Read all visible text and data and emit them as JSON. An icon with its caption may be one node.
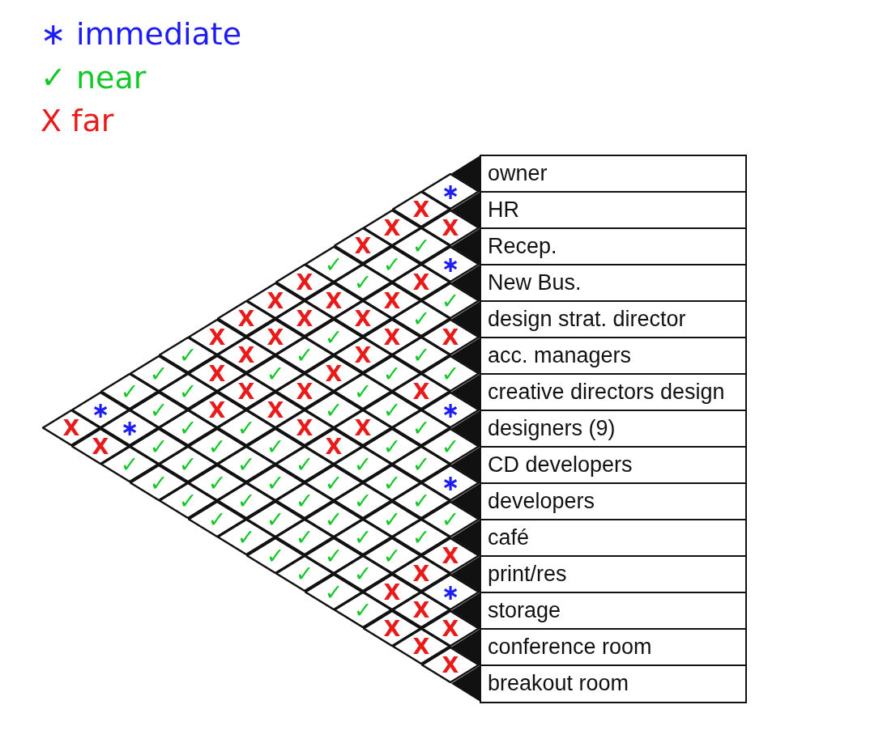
{
  "diagram": {
    "nodes": [
      {
        "text": [
          "owner"
        ]
      },
      {
        "text": [
          "HR"
        ]
      },
      {
        "text": [
          "Recep."
        ]
      },
      {
        "text": [
          "New Bus."
        ]
      },
      {
        "text": [
          "design strat. director"
        ]
      },
      {
        "text": [
          "acc. managers"
        ]
      },
      {
        "text": [
          "creative directors design"
        ]
      },
      {
        "text": [
          "designers (9)"
        ]
      },
      {
        "text": [
          "CD developers"
        ]
      },
      {
        "text": [
          "developers"
        ]
      },
      {
        "text": [
          "café"
        ]
      },
      {
        "text": [
          "print/res"
        ]
      },
      {
        "text": [
          "storage"
        ]
      },
      {
        "text": [
          "conference room"
        ]
      },
      {
        "text": [
          "breakout room"
        ]
      },
      {
        "text": [
          "∗"
        ]
      },
      {
        "text": [
          "X"
        ]
      },
      {
        "text": [
          "X"
        ]
      },
      {
        "text": [
          "X"
        ]
      },
      {
        "text": [
          "✓"
        ]
      },
      {
        "text": [
          "X"
        ]
      },
      {
        "text": [
          "X"
        ]
      },
      {
        "text": [
          "X"
        ]
      },
      {
        "text": [
          "X"
        ]
      },
      {
        "text": [
          "✓"
        ]
      },
      {
        "text": [
          "✓"
        ]
      },
      {
        "text": [
          "✓"
        ]
      },
      {
        "text": [
          "∗"
        ]
      },
      {
        "text": [
          "X"
        ]
      },
      {
        "text": [
          "X"
        ]
      },
      {
        "text": [
          "✓"
        ]
      },
      {
        "text": [
          "✓"
        ]
      },
      {
        "text": [
          "✓"
        ]
      },
      {
        "text": [
          "X"
        ]
      },
      {
        "text": [
          "X"
        ]
      },
      {
        "text": [
          "X"
        ]
      },
      {
        "text": [
          "X"
        ]
      },
      {
        "text": [
          "X"
        ]
      },
      {
        "text": [
          "✓"
        ]
      },
      {
        "text": [
          "✓"
        ]
      },
      {
        "text": [
          "∗"
        ]
      },
      {
        "text": [
          "X"
        ]
      },
      {
        "text": [
          "∗"
        ]
      },
      {
        "text": [
          "X"
        ]
      },
      {
        "text": [
          "X"
        ]
      },
      {
        "text": [
          "X"
        ]
      },
      {
        "text": [
          "✓"
        ]
      },
      {
        "text": [
          "✓"
        ]
      },
      {
        "text": [
          "✓"
        ]
      },
      {
        "text": [
          "X"
        ]
      },
      {
        "text": [
          "X"
        ]
      },
      {
        "text": [
          "✓"
        ]
      },
      {
        "text": [
          "✓"
        ]
      },
      {
        "text": [
          "✓"
        ]
      },
      {
        "text": [
          "✓"
        ]
      },
      {
        "text": [
          "✓"
        ]
      },
      {
        "text": [
          "X"
        ]
      },
      {
        "text": [
          "X"
        ]
      },
      {
        "text": [
          "X"
        ]
      },
      {
        "text": [
          "X"
        ]
      },
      {
        "text": [
          "X"
        ]
      },
      {
        "text": [
          "✓"
        ]
      },
      {
        "text": [
          "✓"
        ]
      },
      {
        "text": [
          "✓"
        ]
      },
      {
        "text": [
          "✓"
        ]
      },
      {
        "text": [
          "X"
        ]
      },
      {
        "text": [
          "✓"
        ]
      },
      {
        "text": [
          "✓"
        ]
      },
      {
        "text": [
          "✓"
        ]
      },
      {
        "text": [
          "✓"
        ]
      },
      {
        "text": [
          "X"
        ]
      },
      {
        "text": [
          "✓"
        ]
      },
      {
        "text": [
          "✓"
        ]
      },
      {
        "text": [
          "✓"
        ]
      },
      {
        "text": [
          "✓"
        ]
      },
      {
        "text": [
          "✓"
        ]
      },
      {
        "text": [
          "X"
        ]
      },
      {
        "text": [
          "✓"
        ]
      },
      {
        "text": [
          "X"
        ]
      },
      {
        "text": [
          "X"
        ]
      },
      {
        "text": [
          "✓"
        ]
      },
      {
        "text": [
          "✓"
        ]
      },
      {
        "text": [
          "✓"
        ]
      },
      {
        "text": [
          "✓"
        ]
      },
      {
        "text": [
          "∗"
        ]
      },
      {
        "text": [
          "✓"
        ]
      },
      {
        "text": [
          "✓"
        ]
      },
      {
        "text": [
          "✓"
        ]
      },
      {
        "text": [
          "✓"
        ]
      },
      {
        "text": [
          "✓"
        ]
      },
      {
        "text": [
          "✓"
        ]
      },
      {
        "text": [
          "✓"
        ]
      },
      {
        "text": [
          "✓"
        ]
      },
      {
        "text": [
          "✓"
        ]
      },
      {
        "text": [
          "✓"
        ]
      },
      {
        "text": [
          "✓"
        ]
      },
      {
        "text": [
          "✓"
        ]
      },
      {
        "text": [
          "✓"
        ]
      },
      {
        "text": [
          "✓"
        ]
      },
      {
        "text": [
          "∗"
        ]
      },
      {
        "text": [
          "✓"
        ]
      },
      {
        "text": [
          "✓"
        ]
      },
      {
        "text": [
          "✓"
        ]
      },
      {
        "text": [
          "✓"
        ]
      },
      {
        "text": [
          "✓"
        ]
      },
      {
        "text": [
          "✓"
        ]
      },
      {
        "text": [
          "✓"
        ]
      },
      {
        "text": [
          "✓"
        ]
      },
      {
        "text": [
          "✓"
        ]
      },
      {
        "text": [
          "✓"
        ]
      },
      {
        "text": [
          "X"
        ]
      },
      {
        "text": [
          "X"
        ]
      },
      {
        "text": [
          "X"
        ]
      },
      {
        "text": [
          "✓"
        ]
      },
      {
        "text": [
          "∗"
        ]
      },
      {
        "text": [
          "X"
        ]
      },
      {
        "text": [
          "X"
        ]
      },
      {
        "text": [
          "X"
        ]
      },
      {
        "text": [
          "X"
        ]
      },
      {
        "text": [
          "X"
        ]
      }
    ],
    "legend": [
      {
        "text": "∗ immediate",
        "color": "#1c1cf5"
      },
      {
        "text": "✓ near",
        "color": "#14c82a"
      },
      {
        "text": "X far",
        "color": "#e81a1a"
      }
    ]
  }
}
